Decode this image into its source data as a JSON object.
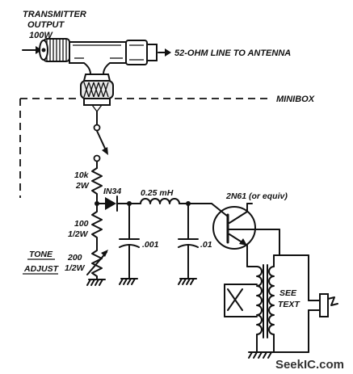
{
  "labels": {
    "transmitter_line1": "TRANSMITTER",
    "transmitter_line2": "OUTPUT",
    "transmitter_line3": "100W",
    "antenna_line": "52-OHM LINE TO ANTENNA",
    "minibox": "MINIBOX",
    "r1_value": "10k",
    "r1_power": "2W",
    "diode": "IN34",
    "inductor": "0.25 mH",
    "transistor": "2N61 (or equiv)",
    "r2_value": "100",
    "r2_power": "1/2W",
    "pot_value": "200",
    "pot_power": "1/2W",
    "tone_line1": "TONE",
    "tone_line2": "ADJUST",
    "c1": ".001",
    "c2": ".01",
    "see_text_line1": "SEE",
    "see_text_line2": "TEXT",
    "watermark": "SeekIC.com"
  }
}
